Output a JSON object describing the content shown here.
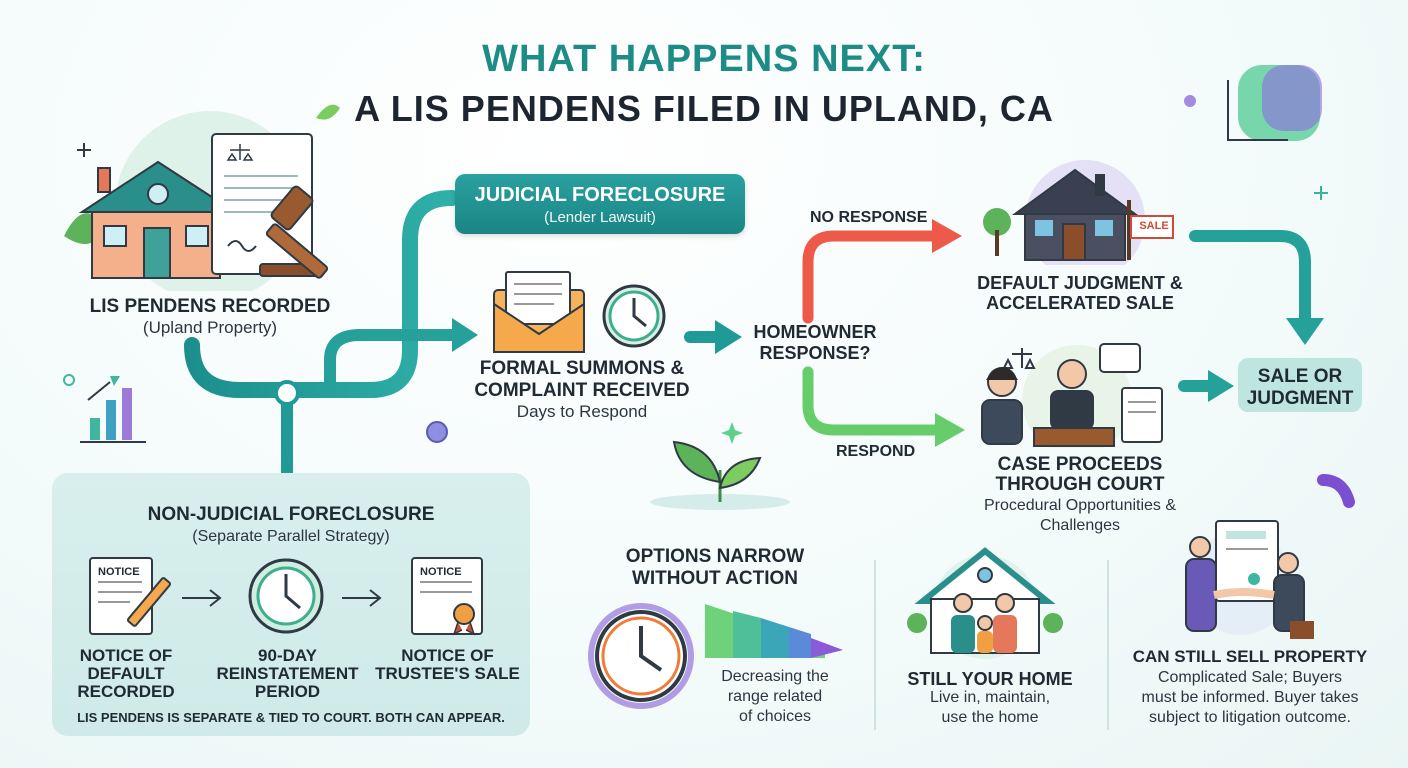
{
  "title": {
    "line1": "WHAT HAPPENS NEXT:",
    "line2": "A LIS PENDENS FILED IN UPLAND, CA"
  },
  "colors": {
    "teal": "#1f9a96",
    "title_teal": "#1e8c86",
    "red_arrow": "#ee5a4a",
    "green_arrow": "#67cd6a",
    "panel_bg": "#d6eeeb"
  },
  "start": {
    "title": "LIS PENDENS RECORDED",
    "subtitle": "(Upland Property)"
  },
  "judicial": {
    "title": "JUDICIAL FORECLOSURE",
    "subtitle": "(Lender Lawsuit)"
  },
  "summons": {
    "line1": "FORMAL SUMMONS &",
    "line2": "COMPLAINT RECEIVED",
    "subtitle": "Days to Respond"
  },
  "homeowner": {
    "line1": "HOMEOWNER",
    "line2": "RESPONSE?"
  },
  "no_response": {
    "label": "NO RESPONSE"
  },
  "respond": {
    "label": "RESPOND"
  },
  "default_judgment": {
    "line1": "DEFAULT JUDGMENT &",
    "line2": "ACCELERATED SALE",
    "sign": "SALE"
  },
  "case_proceeds": {
    "line1": "CASE PROCEEDS",
    "line2": "THROUGH COURT",
    "sub1": "Procedural Opportunities &",
    "sub2": "Challenges"
  },
  "sale_or_judgment": {
    "line1": "SALE OR",
    "line2": "JUDGMENT"
  },
  "non_judicial": {
    "title": "NON-JUDICIAL FORECLOSURE",
    "subtitle": "(Separate Parallel Strategy)",
    "notice_tag1": "NOTICE",
    "notice_tag2": "NOTICE",
    "steps": [
      {
        "l1": "NOTICE OF",
        "l2": "DEFAULT",
        "l3": "RECORDED"
      },
      {
        "l1": "90-DAY",
        "l2": "REINSTATEMENT",
        "l3": "PERIOD"
      },
      {
        "l1": "NOTICE OF",
        "l2": "TRUSTEE'S SALE",
        "l3": ""
      }
    ],
    "footer": "LIS PENDENS IS SEPARATE & TIED TO COURT. BOTH CAN APPEAR."
  },
  "options": {
    "line1": "OPTIONS NARROW",
    "line2": "WITHOUT ACTION",
    "desc1": "Decreasing the",
    "desc2": "range related",
    "desc3": "of choices"
  },
  "home": {
    "title": "STILL YOUR HOME",
    "desc1": "Live in, maintain,",
    "desc2": "use the home"
  },
  "sell": {
    "title": "CAN STILL SELL PROPERTY",
    "desc1": "Complicated Sale; Buyers",
    "desc2": "must be informed. Buyer takes",
    "desc3": "subject to litigation outcome."
  }
}
